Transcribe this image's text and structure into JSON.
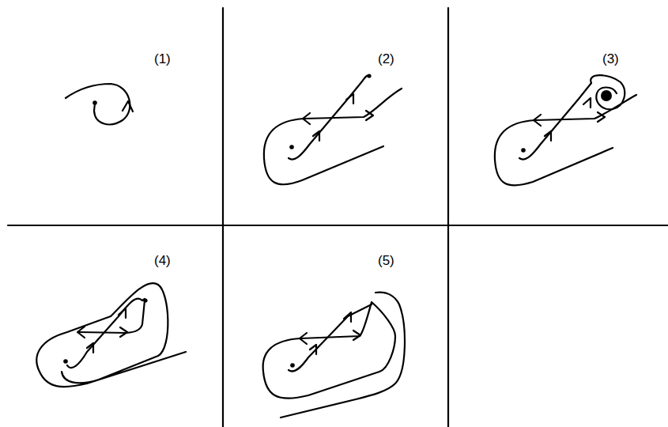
{
  "diagram": {
    "labels": [
      "(1)",
      "(2)",
      "(3)",
      "(4)",
      "(5)"
    ]
  }
}
